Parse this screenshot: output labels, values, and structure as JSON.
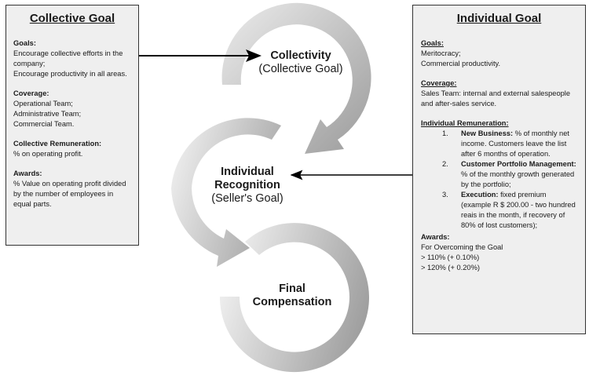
{
  "left_box": {
    "title": "Collective Goal",
    "sections": [
      {
        "heading": "Goals:",
        "lines": [
          "Encourage collective efforts in the company;",
          "Encourage productivity in all areas."
        ]
      },
      {
        "heading": "Coverage:",
        "lines": [
          "Operational Team;",
          "Administrative Team;",
          "Commercial Team."
        ]
      },
      {
        "heading": "Collective Remuneration:",
        "lines": [
          "% on operating profit."
        ]
      },
      {
        "heading": "Awards:",
        "lines": [
          "% Value on operating profit divided by the number of employees in equal parts."
        ]
      }
    ]
  },
  "right_box": {
    "title": "Individual Goal",
    "goals": {
      "heading": "Goals:",
      "lines": [
        "Meritocracy;",
        "Commercial productivity."
      ]
    },
    "coverage": {
      "heading": "Coverage:",
      "lines": [
        "Sales Team: internal and external salespeople and after-sales service."
      ]
    },
    "remuneration": {
      "heading": "Individual Remuneration:",
      "items": [
        {
          "num": "1.",
          "label": "New Business:",
          "text": " % of monthly net income. Customers leave the list after 6 months of operation."
        },
        {
          "num": "2.",
          "label": "Customer Portfolio Management:",
          "text": " % of the monthly growth generated by the portfolio;"
        },
        {
          "num": "3.",
          "label": "Execution:",
          "text": " fixed premium (example R $ 200.00 - two hundred reais in the month, if recovery of 80% of lost customers);"
        }
      ]
    },
    "awards": {
      "heading": "Awards:",
      "lines": [
        "For Overcoming the Goal",
        "> 110% (+ 0.10%)",
        "> 120% (+ 0.20%)"
      ]
    }
  },
  "nodes": {
    "collectivity": {
      "title": "Collectivity",
      "subtitle": "(Collective Goal)"
    },
    "individual": {
      "title_line1": "Individual",
      "title_line2": "Recognition",
      "subtitle": "(Seller's Goal)"
    },
    "final": {
      "title_line1": "Final",
      "title_line2": "Compensation"
    }
  },
  "colors": {
    "ring_light": "#e6e6e6",
    "ring_dark": "#9a9a9a",
    "box_bg": "#efefef",
    "connector": "#000000"
  }
}
